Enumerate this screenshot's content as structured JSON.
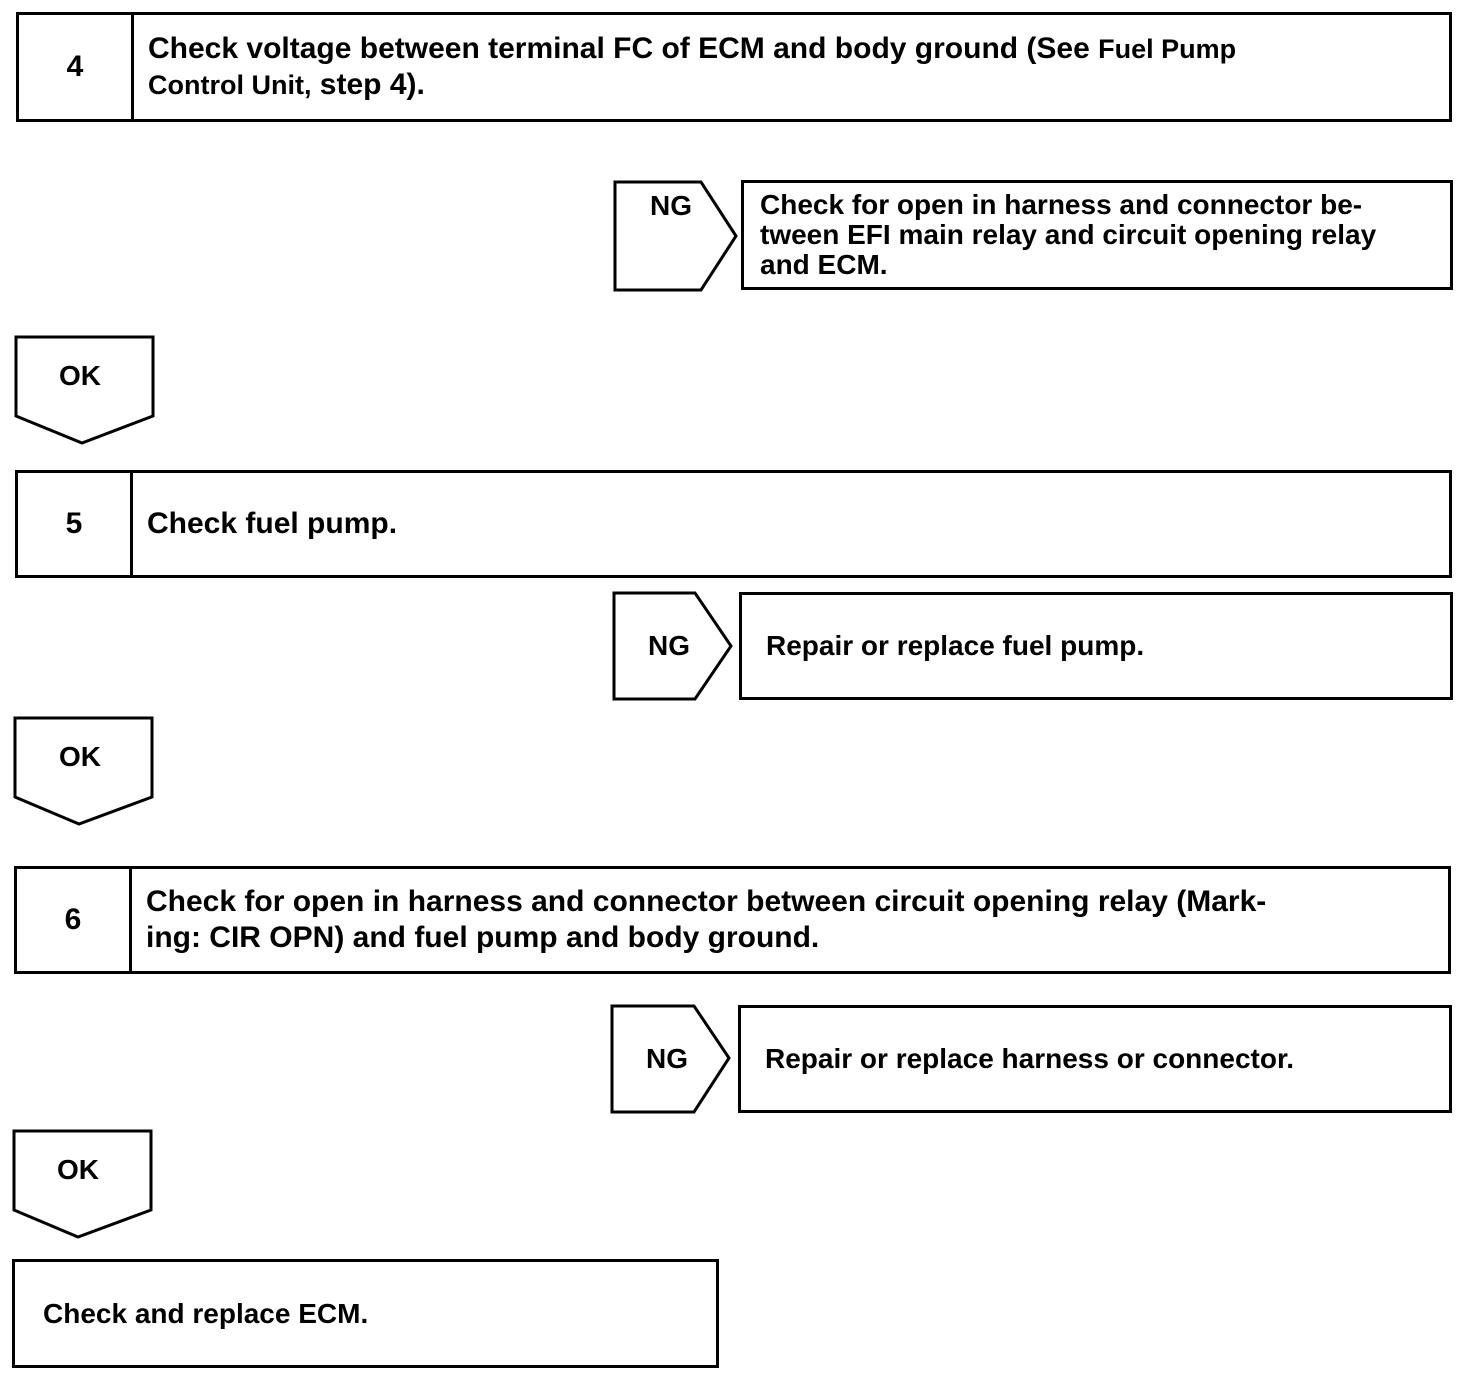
{
  "step4": {
    "number": "4",
    "text_main": "Check voltage between terminal FC of ECM and body ground (See ",
    "text_ref1": "Fuel Pump",
    "text_ref2": "Control Unit,",
    "text_tail": " step 4)."
  },
  "ng4": {
    "label": "NG",
    "result_line1": "Check for open in harness and connector be-",
    "result_line2": "tween EFI main relay and circuit opening relay",
    "result_line3": "and ECM."
  },
  "ok4": {
    "label": "OK"
  },
  "step5": {
    "number": "5",
    "text": "Check fuel pump."
  },
  "ng5": {
    "label": "NG",
    "result": "Repair or replace fuel pump."
  },
  "ok5": {
    "label": "OK"
  },
  "step6": {
    "number": "6",
    "line1": "Check for open in harness and connector between circuit opening relay (Mark-",
    "line2": "ing: CIR OPN) and fuel pump and body ground."
  },
  "ng6": {
    "label": "NG",
    "result": "Repair or replace harness or connector."
  },
  "ok6": {
    "label": "OK"
  },
  "final": {
    "text": "Check and replace ECM."
  }
}
